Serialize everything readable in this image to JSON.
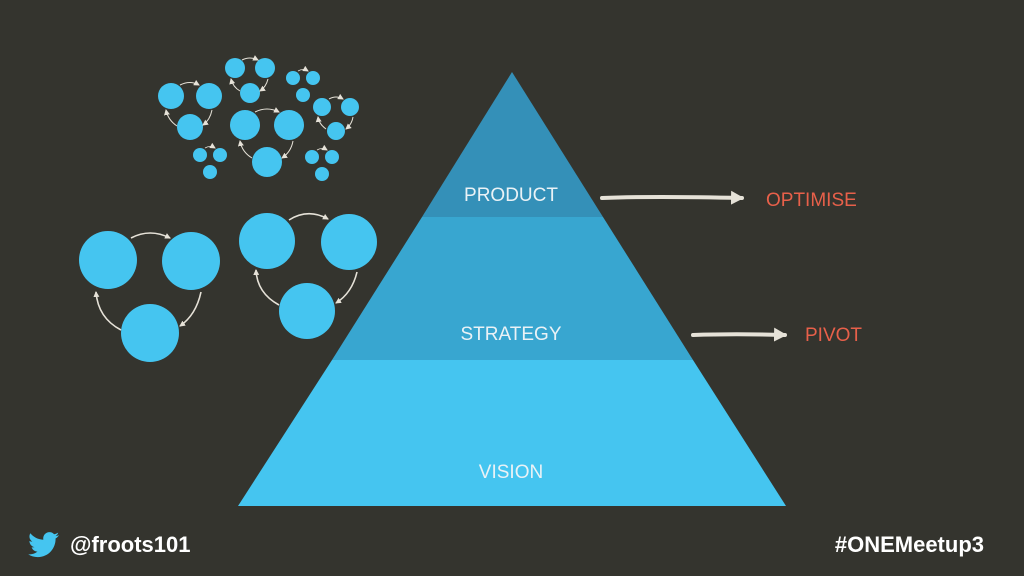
{
  "pyramid": {
    "tiers": [
      {
        "label": "PRODUCT",
        "color": "#3490b8"
      },
      {
        "label": "STRATEGY",
        "color": "#38a6d0"
      },
      {
        "label": "VISION",
        "color": "#45c5f0"
      }
    ]
  },
  "outcomes": {
    "optimise": "OPTIMISE",
    "pivot": "PIVOT"
  },
  "footer": {
    "handle": "@froots101",
    "hashtag": "#ONEMeetup3"
  },
  "colors": {
    "background": "#34342e",
    "circle": "#45c5f0",
    "outcome_text": "#e8604a",
    "arrow": "#e6e2d8"
  },
  "icons": {
    "handle": "twitter-bird-icon"
  }
}
